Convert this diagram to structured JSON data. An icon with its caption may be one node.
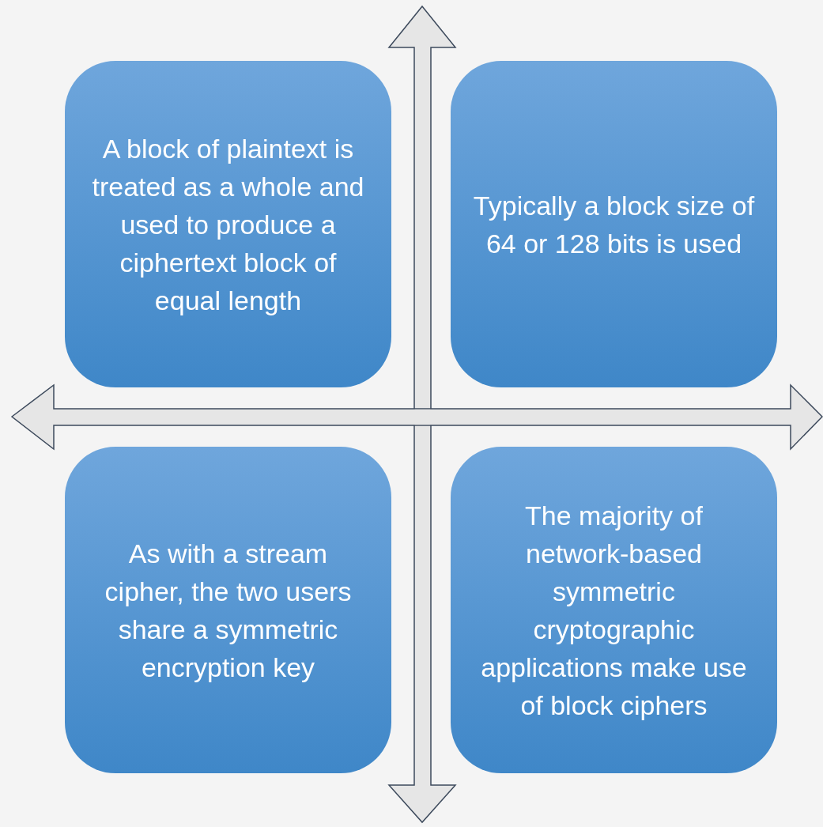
{
  "diagram": {
    "nodes": [
      {
        "text": [
          "A block of plaintext is treated as a whole and used to produce a ciphertext block of equal length"
        ]
      },
      {
        "text": [
          "Typically a block size of 64 or 128 bits is used"
        ]
      },
      {
        "text": [
          "As with a stream cipher, the two users share a symmetric encryption key"
        ]
      },
      {
        "text": [
          "The majority of network-based symmetric cryptographic applications make use of block ciphers"
        ]
      }
    ]
  }
}
